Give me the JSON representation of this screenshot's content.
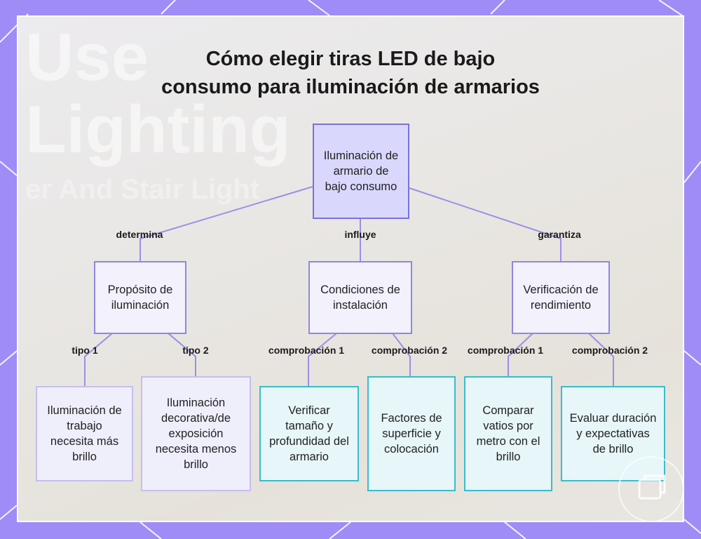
{
  "diagram": {
    "title_line1": "Cómo elegir tiras LED de bajo",
    "title_line2": "consumo para iluminación de armarios",
    "background_text": {
      "line1": "Use",
      "line2": "Lighting",
      "line3": "er And Stair Light"
    },
    "root": {
      "label": "Iluminación de armario de bajo consumo"
    },
    "branches": [
      {
        "edge": "determina",
        "label": "Propósito de iluminación",
        "children": [
          {
            "edge": "tipo 1",
            "label": "Iluminación de trabajo necesita más brillo"
          },
          {
            "edge": "tipo 2",
            "label": "Iluminación decorativa/de exposición necesita menos brillo"
          }
        ]
      },
      {
        "edge": "influye",
        "label": "Condiciones de instalación",
        "children": [
          {
            "edge": "comprobación 1",
            "label": "Verificar tamaño y profundidad del armario"
          },
          {
            "edge": "comprobación 2",
            "label": "Factores de superficie y colocación"
          }
        ]
      },
      {
        "edge": "garantiza",
        "label": "Verificación de rendimiento",
        "children": [
          {
            "edge": "comprobación 1",
            "label": "Comparar vatios por metro con el brillo"
          },
          {
            "edge": "comprobación 2",
            "label": "Evaluar duración y expectativas de brillo"
          }
        ]
      }
    ],
    "colors": {
      "accent": "#9b87f5",
      "root_fill": "#d9d7fb",
      "check_border": "#3bbccb",
      "link": "#9d8ee6"
    }
  }
}
